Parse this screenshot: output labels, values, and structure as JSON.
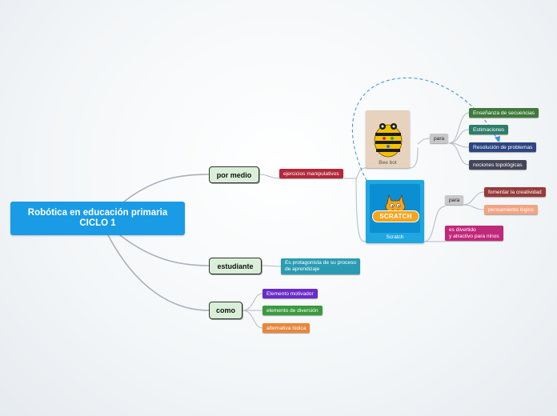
{
  "central": {
    "line1": "Robótica en educación primaria",
    "line2": "CICLO 1",
    "color": "#1a9be6"
  },
  "topics": {
    "por_medio": "por medio",
    "estudiante": "estudiante",
    "como": "como"
  },
  "por_medio_child": "ejercicios manipulativos",
  "beebot": {
    "caption": "Bee bot",
    "connector": "para",
    "items": [
      "Enseñanza de secuencias",
      "Estimaciones",
      "Resolución de problemas",
      "nociones topológicas"
    ]
  },
  "scratch": {
    "caption": "Scratch",
    "logo_text": "SCRATCH",
    "connector": "para",
    "items": [
      "fomentar la creatividad",
      "pensamiento lógico"
    ],
    "extra_line1": "es divertido",
    "extra_line2": "y atractivo para ninos"
  },
  "estudiante_child": {
    "line1": "Es protagonista de su proceso",
    "line2": "de aprendizaje"
  },
  "como_children": [
    "Elemento motivador",
    "elemento de diversión",
    "alternativa lúdica"
  ],
  "colors": {
    "red": "#b3283a",
    "teal": "#2a9bb3",
    "purple": "#6a2bc8",
    "green": "#3a9a3e",
    "orange": "#e8873a",
    "darkgreen": "#3f7a3c",
    "seagreen": "#2e7d6a",
    "navy": "#2c4583",
    "slate": "#454559",
    "maroon": "#973a3a",
    "salmon": "#f2a584",
    "magenta": "#c0287a",
    "gray": "#c8c8c8",
    "link": "#a6adb6",
    "dashed": "#3b8de0"
  }
}
